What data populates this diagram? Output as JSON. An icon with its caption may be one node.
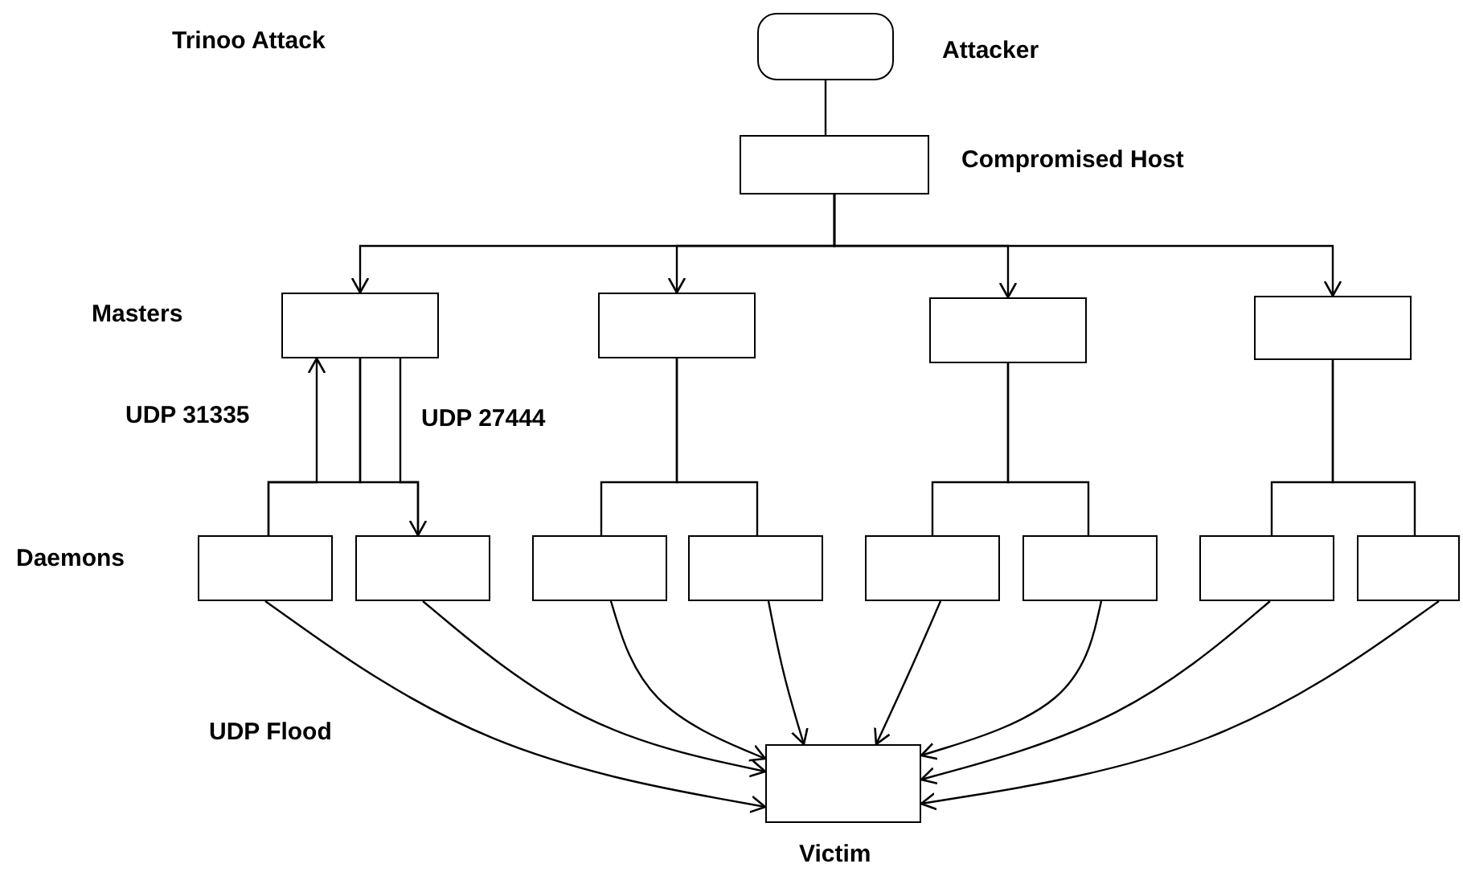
{
  "diagram": {
    "title": "Trinoo Attack",
    "nodes": [
      {
        "text": [],
        "shape": "box",
        "beside": [
          "Attacker"
        ]
      },
      {
        "text": [],
        "shape": "box",
        "beside": [
          "Compromised Host"
        ]
      },
      {
        "text": [],
        "shape": "box"
      },
      {
        "text": [],
        "shape": "box"
      },
      {
        "text": [],
        "shape": "box"
      },
      {
        "text": [],
        "shape": "box"
      },
      {
        "text": [],
        "shape": "box"
      },
      {
        "text": [],
        "shape": "box"
      },
      {
        "text": [],
        "shape": "box"
      },
      {
        "text": [],
        "shape": "box"
      },
      {
        "text": [],
        "shape": "box"
      },
      {
        "text": [],
        "shape": "box"
      },
      {
        "text": [],
        "shape": "box"
      },
      {
        "text": [],
        "shape": "box"
      },
      {
        "text": [],
        "shape": "box",
        "beside": [
          "Victim"
        ]
      }
    ],
    "edges": [
      {
        "from": 0,
        "to": 1,
        "arrow": "none"
      },
      {
        "from": 1,
        "to": 2,
        "arrow": "to"
      },
      {
        "from": 1,
        "to": 3,
        "arrow": "to"
      },
      {
        "from": 1,
        "to": 4,
        "arrow": "to"
      },
      {
        "from": 1,
        "to": 5,
        "arrow": "to"
      },
      {
        "from": 6,
        "to": 2,
        "arrow": "to",
        "label": "UDP 31335"
      },
      {
        "from": 2,
        "to": 7,
        "arrow": "to",
        "label": "UDP 27444"
      },
      {
        "from": 2,
        "to": 6,
        "arrow": "none"
      },
      {
        "from": 2,
        "to": 7,
        "arrow": "none"
      },
      {
        "from": 3,
        "to": 8,
        "arrow": "none"
      },
      {
        "from": 3,
        "to": 9,
        "arrow": "none"
      },
      {
        "from": 4,
        "to": 10,
        "arrow": "none"
      },
      {
        "from": 4,
        "to": 11,
        "arrow": "none"
      },
      {
        "from": 5,
        "to": 12,
        "arrow": "none"
      },
      {
        "from": 5,
        "to": 13,
        "arrow": "none"
      },
      {
        "from": 6,
        "to": 14,
        "arrow": "to"
      },
      {
        "from": 7,
        "to": 14,
        "arrow": "to"
      },
      {
        "from": 8,
        "to": 14,
        "arrow": "to"
      },
      {
        "from": 9,
        "to": 14,
        "arrow": "to"
      },
      {
        "from": 10,
        "to": 14,
        "arrow": "to"
      },
      {
        "from": 11,
        "to": 14,
        "arrow": "to"
      },
      {
        "from": 12,
        "to": 14,
        "arrow": "to"
      },
      {
        "from": 13,
        "to": 14,
        "arrow": "to"
      }
    ],
    "labels": [
      "Masters",
      "Daemons",
      "UDP Flood"
    ]
  }
}
